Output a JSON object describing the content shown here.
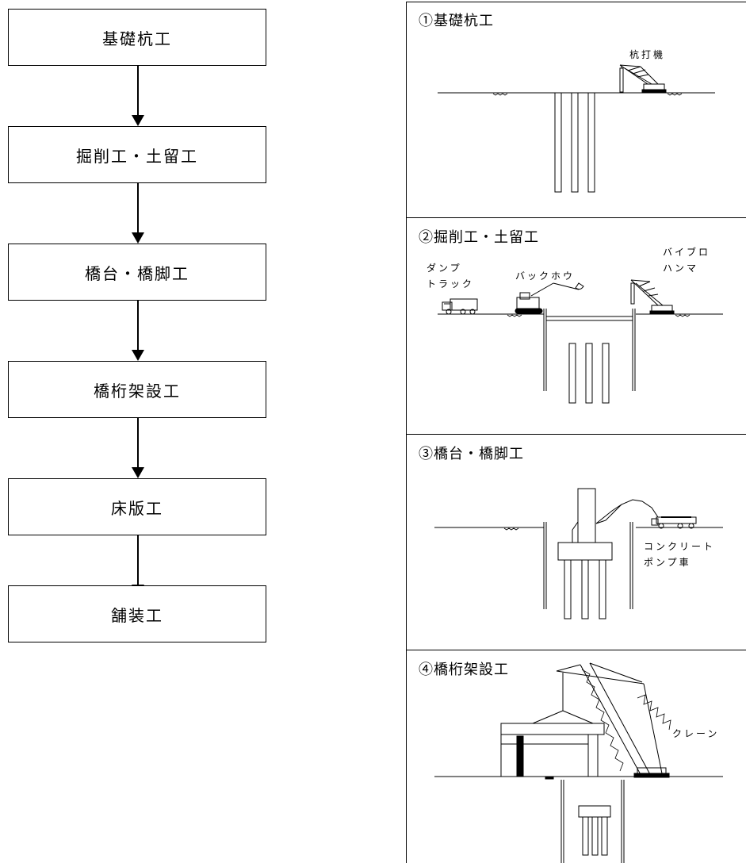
{
  "flow": {
    "steps": [
      {
        "label": "基礎杭工"
      },
      {
        "label": "掘削工・土留工"
      },
      {
        "label": "橋台・橋脚工"
      },
      {
        "label": "橋桁架設工"
      },
      {
        "label": "床版工"
      },
      {
        "label": "舗装工"
      }
    ]
  },
  "panels": [
    {
      "title": "①基礎杭工",
      "labels": {
        "pile_driver": "杭打機"
      }
    },
    {
      "title": "②掘削工・土留工",
      "labels": {
        "dump_line1": "ダンプ",
        "dump_line2": "トラック",
        "backhoe": "バックホウ",
        "vibro_line1": "バイブロ",
        "vibro_line2": "ハンマ"
      }
    },
    {
      "title": "③橋台・橋脚工",
      "labels": {
        "pump_line1": "コンクリート",
        "pump_line2": "ポンプ車"
      }
    },
    {
      "title": "④橋桁架設工",
      "labels": {
        "crane": "クレーン"
      }
    }
  ]
}
